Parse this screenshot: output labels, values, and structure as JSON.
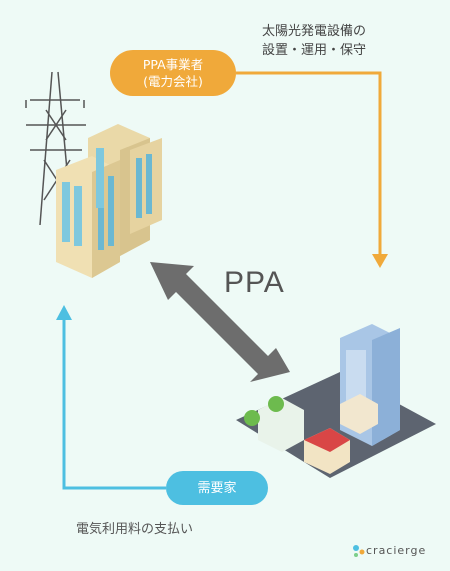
{
  "supplier": {
    "label_line1": "PPA事業者",
    "label_line2": "(電力会社)"
  },
  "service": {
    "line1": "太陽光発電設備の",
    "line2": "設置・運用・保守"
  },
  "center": {
    "label": "PPA"
  },
  "consumer": {
    "label": "需要家"
  },
  "payment": {
    "label": "電気利用料の支払い"
  },
  "brand": {
    "name": "cracierge"
  },
  "colors": {
    "background": "#eefaf6",
    "orange": "#f0a93a",
    "blue": "#4dbfe1",
    "gray_arrow": "#6d6d6d"
  }
}
